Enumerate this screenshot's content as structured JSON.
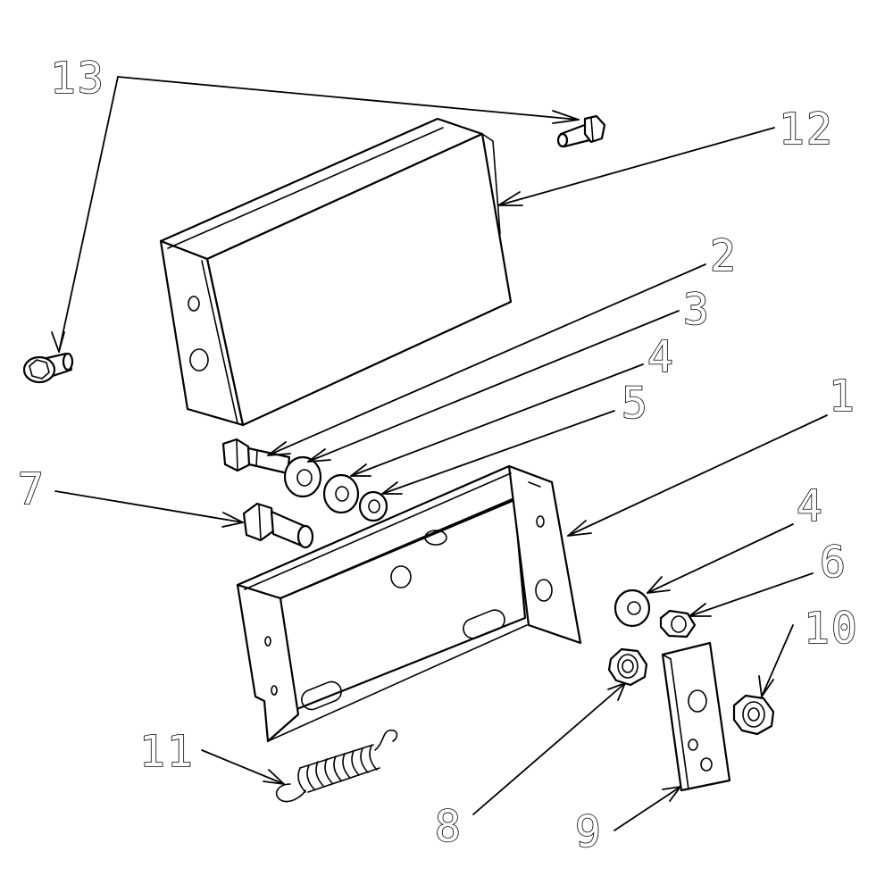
{
  "labels": {
    "p1": "1",
    "p2": "2",
    "p3": "3",
    "p4a": "4",
    "p4b": "4",
    "p5": "5",
    "p6": "6",
    "p7": "7",
    "p8": "8",
    "p9": "9",
    "p10": "10",
    "p11": "11",
    "p12": "12",
    "p13": "13"
  }
}
